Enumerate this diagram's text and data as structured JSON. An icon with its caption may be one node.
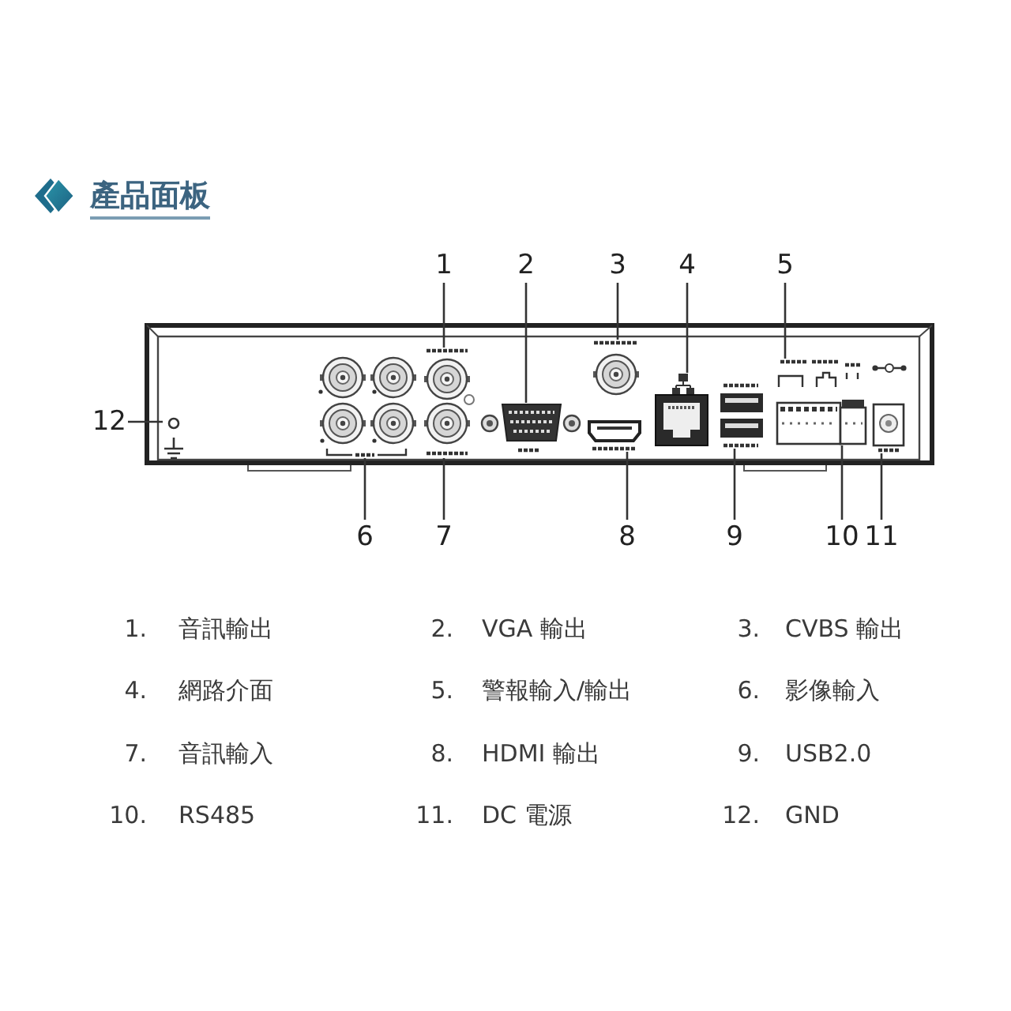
{
  "diagram": {
    "title": "產品面板",
    "nodes": [
      {
        "text": [
          "1"
        ]
      },
      {
        "text": [
          "2"
        ]
      },
      {
        "text": [
          "3"
        ]
      },
      {
        "text": [
          "4"
        ]
      },
      {
        "text": [
          "5"
        ]
      },
      {
        "text": [
          "12"
        ]
      },
      {
        "text": [
          "6"
        ]
      },
      {
        "text": [
          "7"
        ]
      },
      {
        "text": [
          "8"
        ]
      },
      {
        "text": [
          "9"
        ]
      },
      {
        "text": [
          "10"
        ]
      },
      {
        "text": [
          "11"
        ]
      },
      {
        "text": [],
        "shape": "picture"
      },
      {
        "text": [],
        "shape": "picture"
      },
      {
        "text": [],
        "shape": "picture"
      },
      {
        "text": [],
        "shape": "picture"
      },
      {
        "text": [],
        "shape": "picture"
      },
      {
        "text": [],
        "shape": "picture"
      },
      {
        "text": [],
        "shape": "picture"
      },
      {
        "text": [],
        "shape": "picture"
      },
      {
        "text": [],
        "shape": "picture"
      },
      {
        "text": [],
        "shape": "picture"
      },
      {
        "text": [],
        "shape": "picture"
      },
      {
        "text": [],
        "shape": "picture"
      }
    ],
    "edges": [
      {
        "from": 0,
        "to": 12,
        "arrow": "none"
      },
      {
        "from": 1,
        "to": 13,
        "arrow": "none"
      },
      {
        "from": 2,
        "to": 14,
        "arrow": "none"
      },
      {
        "from": 3,
        "to": 15,
        "arrow": "none"
      },
      {
        "from": 4,
        "to": 16,
        "arrow": "none"
      },
      {
        "from": 5,
        "to": 17,
        "arrow": "none"
      },
      {
        "from": 6,
        "to": 18,
        "arrow": "none"
      },
      {
        "from": 7,
        "to": 19,
        "arrow": "none"
      },
      {
        "from": 8,
        "to": 20,
        "arrow": "none"
      },
      {
        "from": 9,
        "to": 21,
        "arrow": "none"
      },
      {
        "from": 10,
        "to": 22,
        "arrow": "none"
      },
      {
        "from": 11,
        "to": 23,
        "arrow": "none"
      }
    ],
    "labels": [
      "1.",
      "音訊輸出",
      "2.",
      "VGA 輸出",
      "3.",
      "CVBS 輸出",
      "4.",
      "網路介面",
      "5.",
      "警報輸入/輸出",
      "6.",
      "影像輸入",
      "7.",
      "音訊輸入",
      "8.",
      "HDMI 輸出",
      "9.",
      "USB2.0",
      "10.",
      "RS485",
      "11.",
      "DC 電源",
      "12.",
      "GND"
    ]
  }
}
